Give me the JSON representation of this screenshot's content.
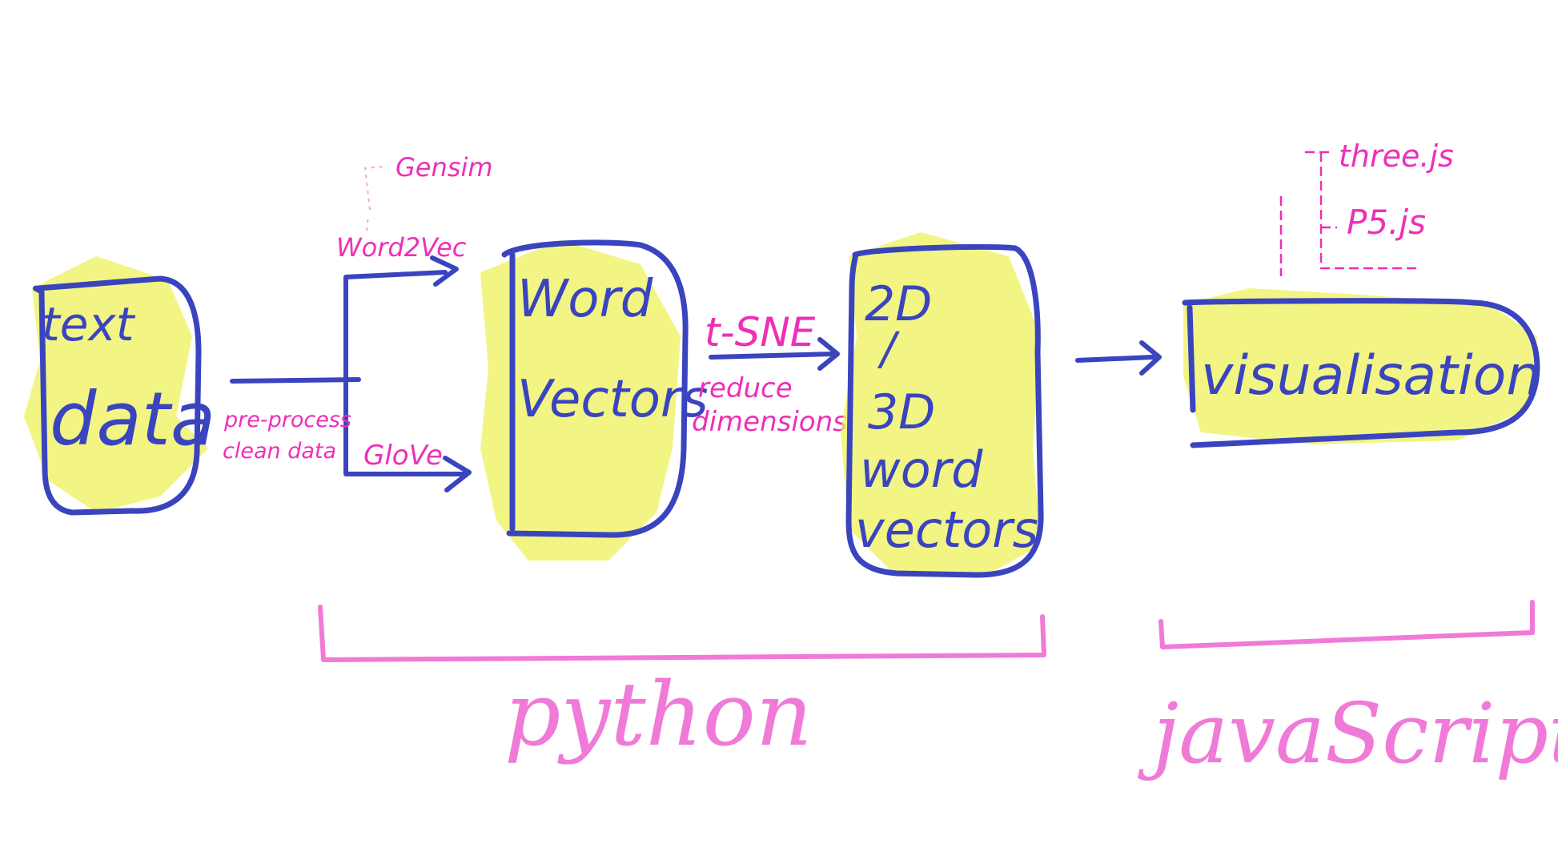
{
  "nodes": {
    "text_data": {
      "line1": "text",
      "line2": "data"
    },
    "word_vectors": {
      "line1": "Word",
      "line2": "Vectors"
    },
    "reduced_vectors": {
      "line1": "2D",
      "line2": "/",
      "line3": "3D",
      "line4": "word",
      "line5": "vectors"
    },
    "visualisation": {
      "label": "visualisation"
    }
  },
  "edges": {
    "preprocess": {
      "line1": "pre-process",
      "line2": "clean data"
    },
    "word2vec": {
      "label": "Word2Vec"
    },
    "gensim": {
      "label": "Gensim"
    },
    "glove": {
      "label": "GloVe"
    },
    "tsne": {
      "label": "t-SNE"
    },
    "reduce": {
      "line1": "reduce",
      "line2": "dimensions"
    }
  },
  "libraries": {
    "threejs": "three.js",
    "p5js": "P5.js"
  },
  "groups": {
    "python": "python",
    "javascript": "javaScript"
  },
  "colors": {
    "box_stroke": "#3a44bf",
    "label_pink": "#ee2fb8",
    "bracket_pink": "#f07ad8",
    "highlight_yellow": "#eef25a"
  }
}
